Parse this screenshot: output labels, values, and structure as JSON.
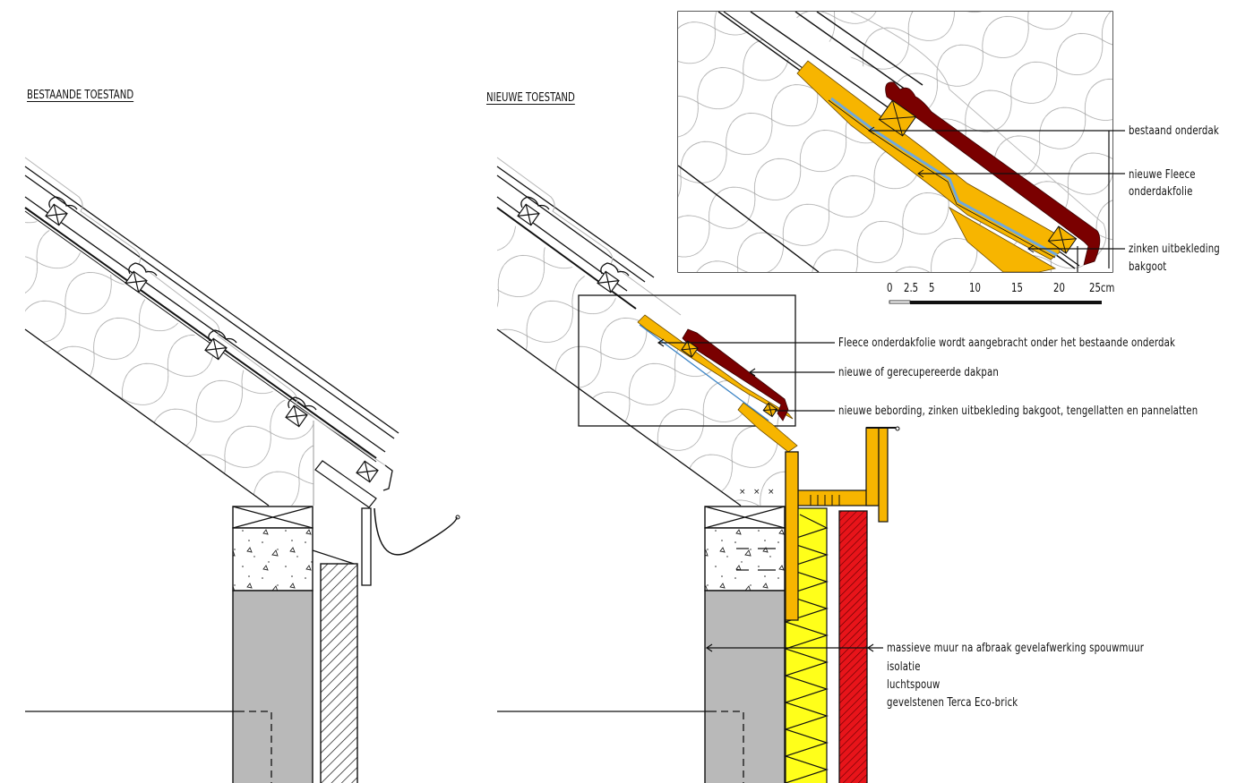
{
  "drawing": {
    "type": "architectural construction detail (eave / roof-wall junction)",
    "left_view": {
      "title": "BESTAANDE TOESTAND"
    },
    "right_view": {
      "title": "NIEUWE TOESTAND"
    },
    "detail_callouts": {
      "items": [
        {
          "text": "bestaand onderdak"
        },
        {
          "text": "nieuwe Fleece"
        },
        {
          "text": "onderdakfolie"
        },
        {
          "text": "zinken uitbekleding"
        },
        {
          "text": "bakgoot"
        }
      ]
    },
    "scale_bar": {
      "ticks": [
        "0",
        "2.5",
        "5",
        "10",
        "15",
        "20",
        "25cm"
      ]
    },
    "main_callouts": {
      "items": [
        {
          "text": "Fleece onderdakfolie wordt aangebracht onder het bestaande onderdak"
        },
        {
          "text": "nieuwe of gerecupereerde dakpan"
        },
        {
          "text": "nieuwe bebording, zinken uitbekleding bakgoot, tengellatten en pannelatten"
        }
      ]
    },
    "wall_callouts": {
      "items": [
        {
          "text": "massieve muur na afbraak gevelafwerking spouwmuur"
        },
        {
          "text": "isolatie"
        },
        {
          "text": "luchtspouw"
        },
        {
          "text": "gevelstenen Terca Eco-brick"
        }
      ]
    },
    "colors": {
      "timber_orange": "#f7b500",
      "roof_tile_red": "#7a0000",
      "insulation_yellow": "#ffff1a",
      "brick_red": "#e8141a",
      "concrete_grey": "#b9b9b9",
      "membrane_blue": "#6fa8dc",
      "line_black": "#111111"
    }
  }
}
